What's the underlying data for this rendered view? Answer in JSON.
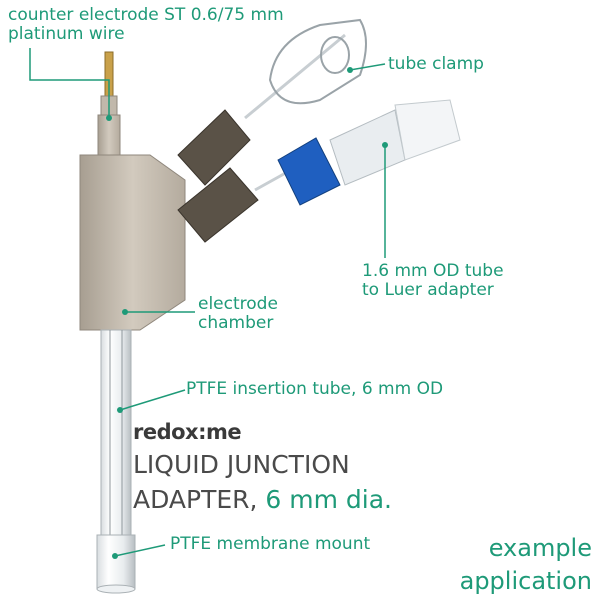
{
  "labels": {
    "counter_electrode_line1": "counter electrode ST 0.6/75 mm",
    "counter_electrode_line2": "platinum wire",
    "tube_clamp": "tube clamp",
    "od_tube_line1": "1.6 mm OD tube",
    "od_tube_line2": "to Luer adapter",
    "electrode_chamber_line1": "electrode",
    "electrode_chamber_line2": "chamber",
    "insertion_tube": "PTFE insertion tube, 6 mm OD",
    "membrane_mount": "PTFE membrane mount"
  },
  "brand": "redox:me",
  "title": {
    "line1": "LIQUID JUNCTION",
    "line2_prefix": "ADAPTER, ",
    "line2_accent": "6 mm dia."
  },
  "footer": {
    "line1": "example",
    "line2": "application"
  },
  "colors": {
    "accent": "#1e9a78",
    "body": "#c9c0b3",
    "blue_cap": "#1f5fc0"
  }
}
